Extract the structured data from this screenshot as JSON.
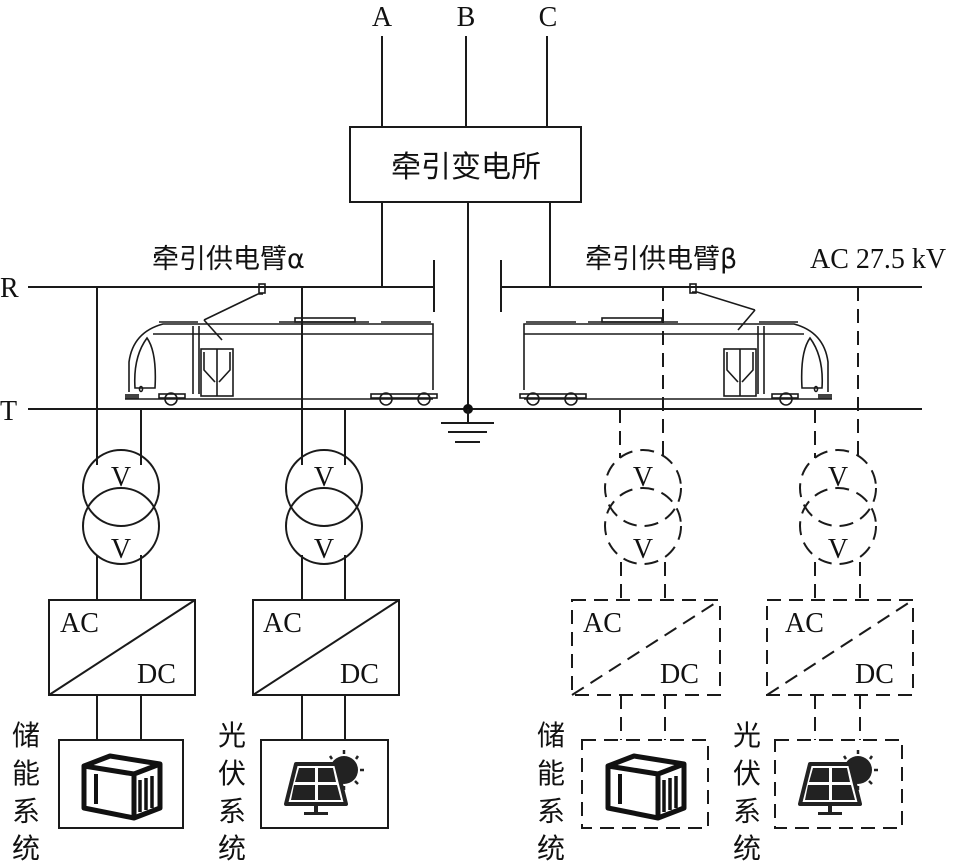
{
  "phases": [
    "A",
    "B",
    "C"
  ],
  "substation": {
    "label": "牵引变电所"
  },
  "arms": {
    "alpha": {
      "label": "牵引供电臂α"
    },
    "beta": {
      "label": "牵引供电臂β"
    }
  },
  "voltage_label": "AC 27.5 kV",
  "rails": {
    "contact": "R",
    "track": "T"
  },
  "transformer_winding_label": "V",
  "converter": {
    "ac_label": "AC",
    "dc_label": "DC"
  },
  "systems": {
    "storage": {
      "label": [
        "储",
        "能",
        "系",
        "统"
      ],
      "icon": "battery-container-icon"
    },
    "pv": {
      "label": [
        "光",
        "伏",
        "系",
        "统"
      ],
      "icon": "solar-panel-icon"
    }
  },
  "branches": [
    {
      "side": "alpha",
      "system": "storage",
      "style": "solid"
    },
    {
      "side": "alpha",
      "system": "pv",
      "style": "solid"
    },
    {
      "side": "beta",
      "system": "storage",
      "style": "dashed"
    },
    {
      "side": "beta",
      "system": "pv",
      "style": "dashed"
    }
  ]
}
